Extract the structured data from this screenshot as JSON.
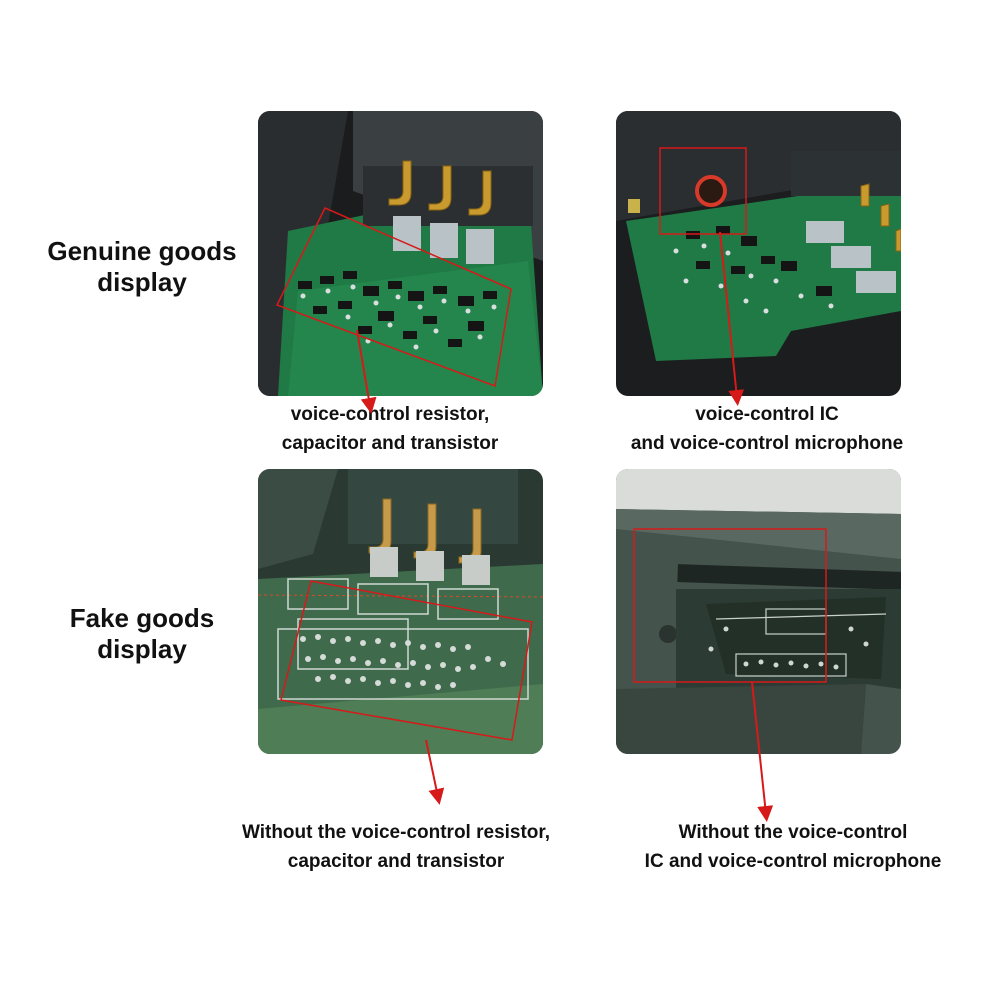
{
  "rows": {
    "genuine": {
      "title_line1": "Genuine goods",
      "title_line2": "display"
    },
    "fake": {
      "title_line1": "Fake goods",
      "title_line2": "display"
    }
  },
  "captions": {
    "genuine_left": {
      "line1": "voice-control resistor,",
      "line2": "capacitor and transistor"
    },
    "genuine_right": {
      "line1": "voice-control  IC",
      "line2": "and voice-control microphone"
    },
    "fake_left": {
      "line1": "Without the voice-control resistor,",
      "line2": "capacitor and transistor"
    },
    "fake_right": {
      "line1": "Without the voice-control",
      "line2": "IC and voice-control microphone"
    }
  },
  "colors": {
    "highlight": "#d61a1a",
    "pcb_genuine": "#1f7a45",
    "pcb_fake": "#3f6a4c",
    "text": "#111111"
  }
}
